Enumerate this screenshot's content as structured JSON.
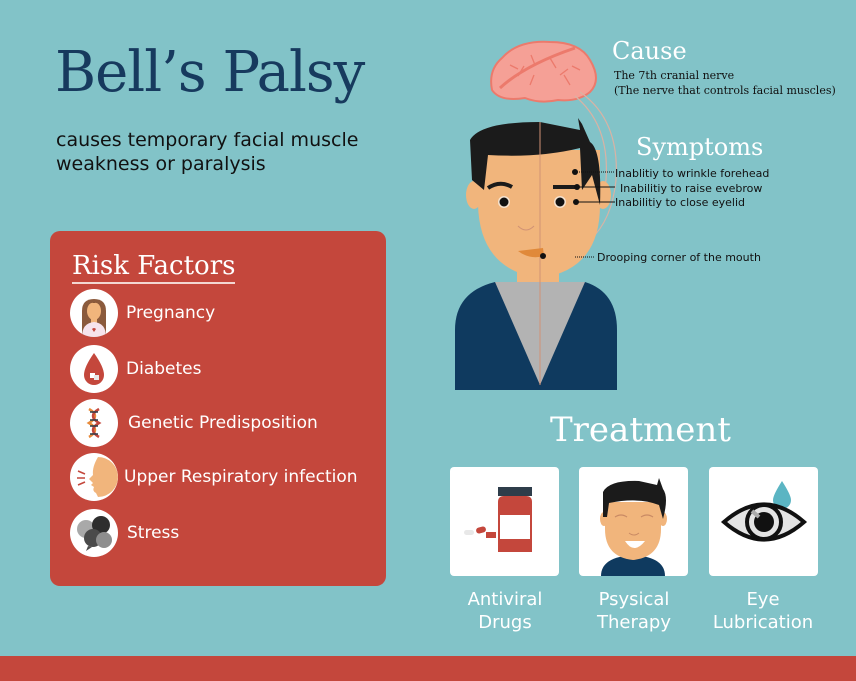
{
  "header": {
    "title": "Bell’s Palsy",
    "subtitle": "causes temporary facial muscle weakness or paralysis"
  },
  "risk_factors": {
    "title": "Risk Factors",
    "items": [
      {
        "label": "Pregnancy",
        "icon": "pregnant-woman-icon"
      },
      {
        "label": "Diabetes",
        "icon": "blood-drop-sugar-icon"
      },
      {
        "label": "Genetic Predisposition",
        "icon": "dna-icon"
      },
      {
        "label": "Upper Respiratory infection",
        "icon": "cough-face-icon"
      },
      {
        "label": "Stress",
        "icon": "speech-bubbles-icon"
      }
    ]
  },
  "cause": {
    "title": "Cause",
    "line1": "The 7th cranial nerve",
    "line2": "(The nerve that controls facial muscles)"
  },
  "symptoms": {
    "title": "Symptoms",
    "items": [
      "Inablitiy to wrinkle forehead",
      "Inabilitiy to raise evebrow",
      "Inabilitiy to close eyelid",
      "Drooping corner of the mouth"
    ]
  },
  "treatment": {
    "title": "Treatment",
    "items": [
      {
        "label_line1": "Antiviral",
        "label_line2": "Drugs",
        "icon": "pill-bottle-icon"
      },
      {
        "label_line1": "Psysical",
        "label_line2": "Therapy",
        "icon": "smiling-man-icon"
      },
      {
        "label_line1": "Eye",
        "label_line2": "Lubrication",
        "icon": "eye-drop-icon"
      }
    ]
  },
  "colors": {
    "background": "#82c3c8",
    "accent_red": "#c4473c",
    "title_navy": "#173a5e",
    "skin": "#f1b57c",
    "hair": "#1b1b1b",
    "shirt": "#0f3a5f",
    "brain": "#f5a096"
  }
}
